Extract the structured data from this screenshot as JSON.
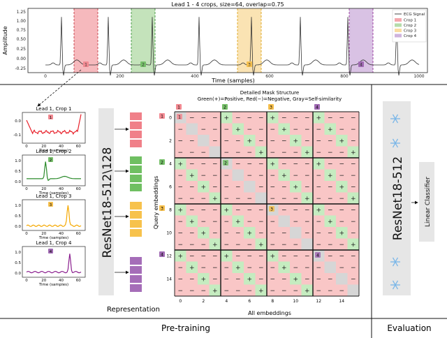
{
  "top": {
    "title": "Lead 1 - 4 crops, size=64, overlap=0.75",
    "xlabel": "Time (samples)",
    "ylabel": "Amplitude",
    "x_ticks": [
      "0",
      "200",
      "400",
      "600",
      "800",
      "1000"
    ],
    "y_ticks": [
      "1.25",
      "1.00",
      "0.75",
      "0.50",
      "0.25",
      "0.00",
      "-0.25"
    ],
    "legend": [
      "ECG Signal",
      "Crop 1",
      "Crop 2",
      "Crop 3",
      "Crop 4"
    ],
    "crop_badges": [
      "1",
      "2",
      "3",
      "4"
    ]
  },
  "colors": {
    "crop1": "#f4a7ad",
    "crop2": "#b5dcaa",
    "crop3": "#f9dca0",
    "crop4": "#cfb3dd",
    "line1": "#e8202a",
    "line2": "#2a8a2a",
    "line3": "#f5a800",
    "line4": "#8a1e8e",
    "badge1": "#f28a92",
    "badge2": "#77c06a",
    "badge3": "#f6c04e",
    "badge4": "#a06ab3",
    "pos": "#c5ecc0",
    "neg": "#f9c6c6",
    "self": "#d6d6d6"
  },
  "crops": [
    {
      "title": "Lead 1, Crop 1",
      "badge": "1",
      "y_ticks": [
        "0.0",
        "-0.1"
      ],
      "xlabel": "Time (samples)",
      "x_ticks": [
        "0",
        "20",
        "40",
        "60"
      ]
    },
    {
      "title": "Lead 1, Crop 2",
      "badge": "2",
      "y_ticks": [
        "1.0",
        "0.5",
        "0.0"
      ],
      "xlabel": "Time (samples)",
      "x_ticks": [
        "0",
        "20",
        "40",
        "60"
      ]
    },
    {
      "title": "Lead 1, Crop 3",
      "badge": "3",
      "y_ticks": [
        "1.0",
        "0.5",
        "0.0"
      ],
      "xlabel": "Time (samples)",
      "x_ticks": [
        "0",
        "20",
        "40",
        "60"
      ]
    },
    {
      "title": "Lead 1, Crop 4",
      "badge": "4",
      "y_ticks": [
        "1.0",
        "0.5",
        "0.0"
      ],
      "xlabel": "Time (samples)",
      "x_ticks": [
        "0",
        "20",
        "40",
        "60"
      ]
    }
  ],
  "encoder": {
    "label": "ResNet18-512\\128"
  },
  "representation": {
    "label": "Representation"
  },
  "mask": {
    "title_line1": "Detailed Mask Structure",
    "title_line2": "Green(+)=Positive, Red(−)=Negative, Gray=Self-similarity",
    "ylabel": "Query embeddings",
    "xlabel": "All embeddings",
    "y_ticks": [
      "0",
      "2",
      "4",
      "6",
      "8",
      "10",
      "12",
      "14"
    ],
    "x_ticks": [
      "0",
      "2",
      "4",
      "6",
      "8",
      "10",
      "12",
      "14"
    ],
    "pos_symbol": "+",
    "neg_symbol": "−",
    "block_badges": [
      "1",
      "2",
      "3",
      "4"
    ]
  },
  "evaluation": {
    "encoder_label": "ResNet18-512",
    "classifier_label": "Linear Classifier",
    "frozen_icon": "snowflake-icon"
  },
  "sections": {
    "pretraining": "Pre-training",
    "evaluation": "Evaluation"
  }
}
